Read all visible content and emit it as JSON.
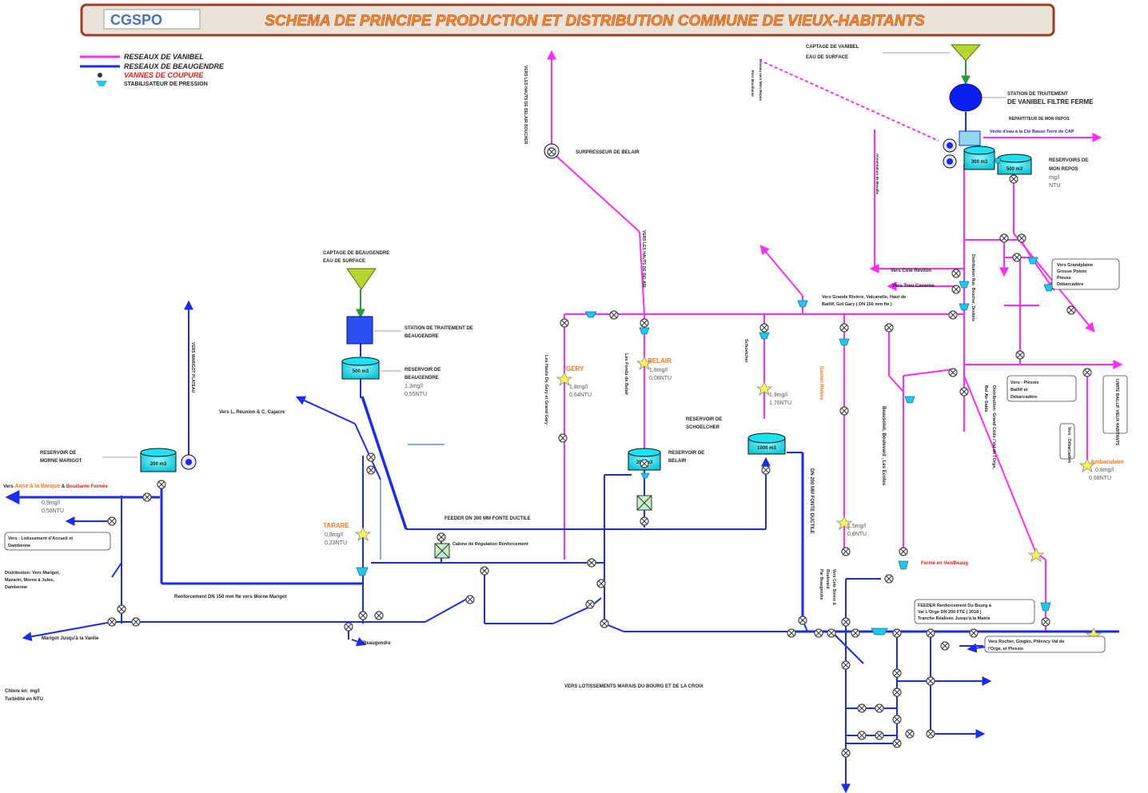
{
  "header": {
    "logo": "CGSPO",
    "title": "SCHEMA DE PRINCIPE PRODUCTION ET DISTRIBUTION COMMUNE DE VIEUX-HABITANTS"
  },
  "legend": {
    "vanibel": "RESEAUX DE VANIBEL",
    "beaugendre": "RESEAUX DE BEAUGENDRE",
    "vannes": "VANNES DE COUPURE",
    "stabilisateur": "STABILISATEUR DE PRESSION"
  },
  "labels": {
    "captage_vanibel_1": "CAPTAGE DE VANIBEL",
    "captage_vanibel_2": "EAU DE SURFACE",
    "station_vanibel_1": "STATION DE TRAITEMENT",
    "station_vanibel_2": "DE VANIBEL FILTRE FERME",
    "repartiteur": "REPARTITEUR DE MON REPOS",
    "vers_cote_bord": "Vente d'eau à la Cté Basse-Terre de CAP",
    "reservoirs_mon_repos_1": "RESERVOIRS DE",
    "reservoirs_mon_repos_2": "MON REPOS",
    "reservoirs_mon_repos_3": "mg/l",
    "reservoirs_mon_repos_4": "NTU",
    "surpresseur_belair": "SURPRESSEUR DE BELAIR",
    "vers_cote_bord_v": "VERS LES HAUTS DE BELAIR BOUCHER",
    "vers_les_hauts": "VERS LES HAUTS DE BELAIR",
    "dotted_note_1": "Réseau vers Mon Repos",
    "dotted_note_2": "Parc Bouillante",
    "alim_v": "Alimentation de Bovalle",
    "vers_cote_revilon": "Vers Cote Revilon",
    "vers_trou_caverne": "Vers Trou Caverne",
    "vers_grande_riviere_1": "Vers Grande Rivière, Valcanelle, Haut de",
    "vers_grande_riviere_2": "Baillif, Gol Gary ( DN 150 mm fte )",
    "distribution_v": "Distribution Rue, Boucher, Desbois",
    "vers_grandplaine_1": "Vers Grandplaine",
    "vers_grandplaine_2": "Grosse Pointe",
    "vers_grandplaine_3": "Pieuss",
    "vers_grandplaine_4": "Débarcadère",
    "captage_beaugendre_1": "CAPTAGE DE BEAUGENDRE",
    "captage_beaugendre_2": "EAU DE SURFACE",
    "station_beaugendre_1": "STATION DE TRAITEMENT DE",
    "station_beaugendre_2": "BEAUGENDRE",
    "reservoir_beaugendre_1": "RESERVOIR DE",
    "reservoir_beaugendre_2": "BEAUGENDRE",
    "reservoir_beaugendre_3": "1,3mg/l",
    "reservoir_beaugendre_4": "0,55NTU",
    "vers_reunion": "Vers L. Réunion & C. Cajacre",
    "reservoir_morne_1": "RESERVOIR DE",
    "reservoir_morne_2": "MORNE MARIGOT",
    "vers_anse_prefix": "Vers ",
    "vers_anse_orange": "Anse à la Barque",
    "vers_anse_mid": " & ",
    "vers_anse_red": "Bouillante Fermée",
    "morne_val_1": "0,9mg/l",
    "morne_val_2": "0,58NTU",
    "vers_lotissement_1": "Vers : Lotissement d'Accueil et",
    "vers_lotissement_2": "Dambenne",
    "distribution_morne_1": "Distribution: Vers Marigot,",
    "distribution_morne_2": "Mazarin, Morne à Jules,",
    "distribution_morne_3": "Dambenne",
    "renforcement_marigot": "Renforcement DN 150 mm fte vers Morne Marigot",
    "marigot_vers_vanlie": "Marigot Jusqu'à la Vanlie",
    "vers_marigot_v": "VERS MARIGOT PLATEAU",
    "tarare_name": "TARARE",
    "tarare_1": "0,8mg/l",
    "tarare_2": "0,23NTU",
    "feeder_dn": "FEEDER DN 300 MM FONTE DUCTILE",
    "cabine_regulation": "Cabine de Régulation Renforcement",
    "beaugendre_lower": "Beaugendre",
    "gery_name": "GERY",
    "gery_1": "1,8mg/l",
    "gery_2": "0,64NTU",
    "gery_v": "Les Hauts De Gery et Grand Gary",
    "belair_name": "BELAIR",
    "belair_1": "1,8mg/l",
    "belair_2": "0,08NTU",
    "belair_v": "Les Fonds de Belair",
    "reservoir_belair_1": "RESERVOIR DE",
    "reservoir_belair_2": "BELAIR",
    "reservoir_schoelcher_1": "RESERVOIR DE",
    "reservoir_schoelcher_2": "SCHOELCHER",
    "schoelcher_v": "Schoelcher",
    "schoelcher_1": "1,9mg/l",
    "schoelcher_2": "1,76NTU",
    "gaston_v": "Gaston Rivière",
    "val_1": "1,5mg/l",
    "val_2": "0,8NTU",
    "dn200_v": "DN 200 MM FONTE DUCTILE",
    "vers_cote_bord_lower_v1": "Vers Cote Bonne &",
    "vers_cote_bord_lower_v2": "Boulevard",
    "vers_cote_bord_lower_v3": "Par Beaugendre",
    "boulevard_v": "Beausoleil, Boulevard , Les Ecoles",
    "ferme_vanibel": "Fermé en Ven/Beaug",
    "distribution_v2": "Distribution: Grand Cédo / Val de l'Orge,",
    "distribution_v2b": "Bel Air Sable",
    "vers_plessis_1": "Vers : Plessis",
    "vers_plessis_2": "Baillif et",
    "vers_plessis_3": "Débarcadère",
    "vers_debarcadere_v": "Vers : Débarcadère",
    "limit_v": "LIMITE BAILLIF VIEUX HABITANTS",
    "ambaculaire_name": "Ambaculaire",
    "ambaculaire_1": "0,8mg/l",
    "ambaculaire_2": "0,68NTU",
    "feeder_renforcement_1": "FEEDER Renforcement Du Bourg à",
    "feeder_renforcement_2": "Val L'Orge DN 200 FTE ( 2018 )",
    "feeder_renforcement_3": "Tranche Réalisée Jusqu'à la Mairie",
    "vers_rocher_1": "Vers Rocher, Gingko, Pôlency Val de",
    "vers_rocher_2": "l'Orge, et Plessis",
    "vers_lotissements": "VERS LOTISSEMENTS MARAIS DU BOURG ET DE LA CROIX",
    "chlore_1": "Chlore en: mg/l",
    "chlore_2": "Turbidité en NTU",
    "tank_300": "300 m3",
    "tank_500": "500 m3",
    "tank_1000": "1000 m3",
    "tank_200": "200 m3"
  },
  "colors": {
    "vanibel": "#ff2bff",
    "beaugendre": "#1b2cf0",
    "beaugendre_light": "#5a8cff",
    "tank": "#19e3f0",
    "header_bg": "#ece3d8",
    "header_border": "#a23b24",
    "title": "#f08a2e"
  }
}
